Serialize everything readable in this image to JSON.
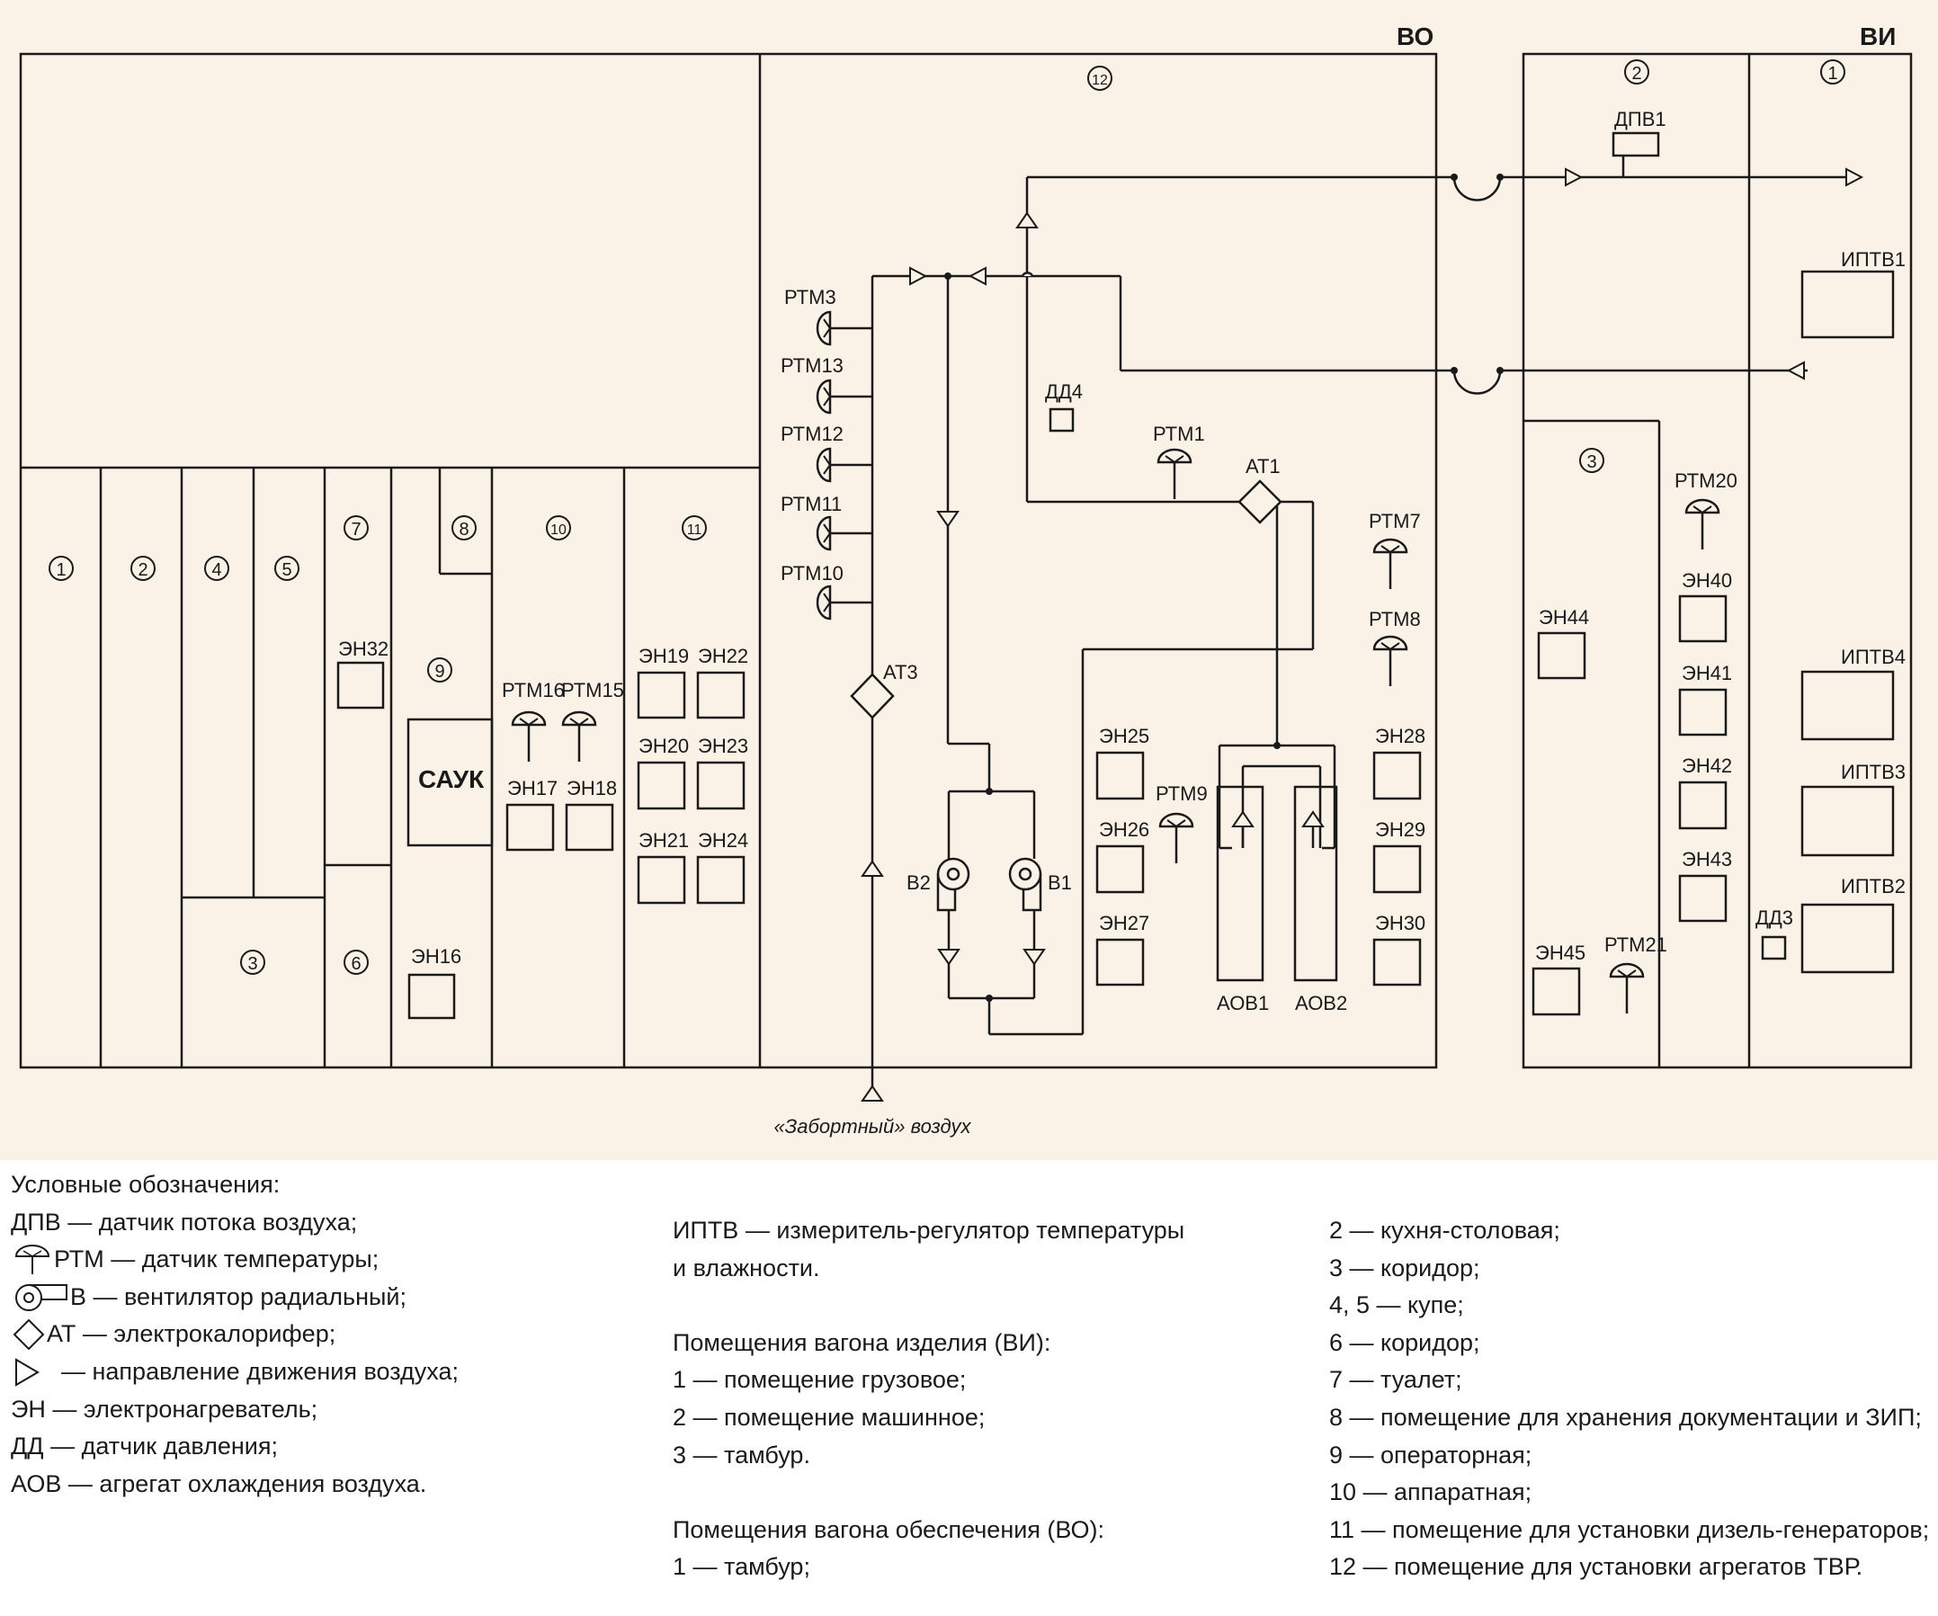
{
  "header": {
    "vo_label": "ВО",
    "vi_label": "ВИ"
  },
  "vo_rooms": {
    "r1": "1",
    "r2": "2",
    "r3": "3",
    "r4": "4",
    "r5": "5",
    "r6": "6",
    "r7": "7",
    "r8": "8",
    "r9": "9",
    "r10": "10",
    "r11": "11",
    "r12": "12"
  },
  "vi_rooms": {
    "r1": "1",
    "r2": "2",
    "r3": "3"
  },
  "devices": {
    "en16": "ЭН16",
    "en17": "ЭН17",
    "en18": "ЭН18",
    "en19": "ЭН19",
    "en20": "ЭН20",
    "en21": "ЭН21",
    "en22": "ЭН22",
    "en23": "ЭН23",
    "en24": "ЭН24",
    "en25": "ЭН25",
    "en26": "ЭН26",
    "en27": "ЭН27",
    "en28": "ЭН28",
    "en29": "ЭН29",
    "en30": "ЭН30",
    "en32": "ЭН32",
    "en40": "ЭН40",
    "en41": "ЭН41",
    "en42": "ЭН42",
    "en43": "ЭН43",
    "en44": "ЭН44",
    "en45": "ЭН45",
    "rtm1": "РТМ1",
    "rtm3": "РТМ3",
    "rtm7": "РТМ7",
    "rtm8": "РТМ8",
    "rtm9": "РТМ9",
    "rtm10": "РТМ10",
    "rtm11": "РТМ11",
    "rtm12": "РТМ12",
    "rtm13": "РТМ13",
    "rtm15": "РТМ15",
    "rtm16": "РТМ16",
    "rtm20": "РТМ20",
    "rtm21": "РТМ21",
    "at1": "АТ1",
    "at3": "АТ3",
    "b1": "В1",
    "b2": "В2",
    "aov1": "АОВ1",
    "aov2": "АОВ2",
    "dd3": "ДД3",
    "dd4": "ДД4",
    "dpv1": "ДПВ1",
    "iptv1": "ИПТВ1",
    "iptv2": "ИПТВ2",
    "iptv3": "ИПТВ3",
    "iptv4": "ИПТВ4",
    "sauk": "САУК"
  },
  "outside_air": "«Забортный» воздух",
  "legend": {
    "title": "Условные обозначения:",
    "dpv": "ДПВ — датчик потока воздуха;",
    "rtm": "РТМ — датчик температуры;",
    "fan": "В — вентилятор радиальный;",
    "at": "АТ — электрокалорифер;",
    "dir": "— направление движения воздуха;",
    "en": "ЭН — электронагреватель;",
    "dd": "ДД — датчик давления;",
    "aov": "АОВ — агрегат охлаждения воздуха.",
    "iptv_1": "ИПТВ — измеритель-регулятор температуры",
    "iptv_2": "и влажности.",
    "vi_title": "Помещения вагона изделия (ВИ):",
    "vi_1": "1 — помещение грузовое;",
    "vi_2": "2 — помещение машинное;",
    "vi_3": "3 — тамбур.",
    "vo_title": "Помещения вагона обеспечения (ВО):",
    "vo_1": "1 — тамбур;",
    "vo_2": "2 — кухня-столовая;",
    "vo_3": "3 — коридор;",
    "vo_45": "4, 5 — купе;",
    "vo_6": "6 — коридор;",
    "vo_7": "7 — туалет;",
    "vo_8": "8 — помещение для хранения документации и ЗИП;",
    "vo_9": "9 — операторная;",
    "vo_10": "10 — аппаратная;",
    "vo_11": "11 — помещение для установки дизель-генераторов;",
    "vo_12": "12 — помещение для установки агрегатов ТВР."
  },
  "colors": {
    "panel_bg": "#fbf2e7",
    "line": "#1a1a1a",
    "page_bg": "#ffffff"
  }
}
